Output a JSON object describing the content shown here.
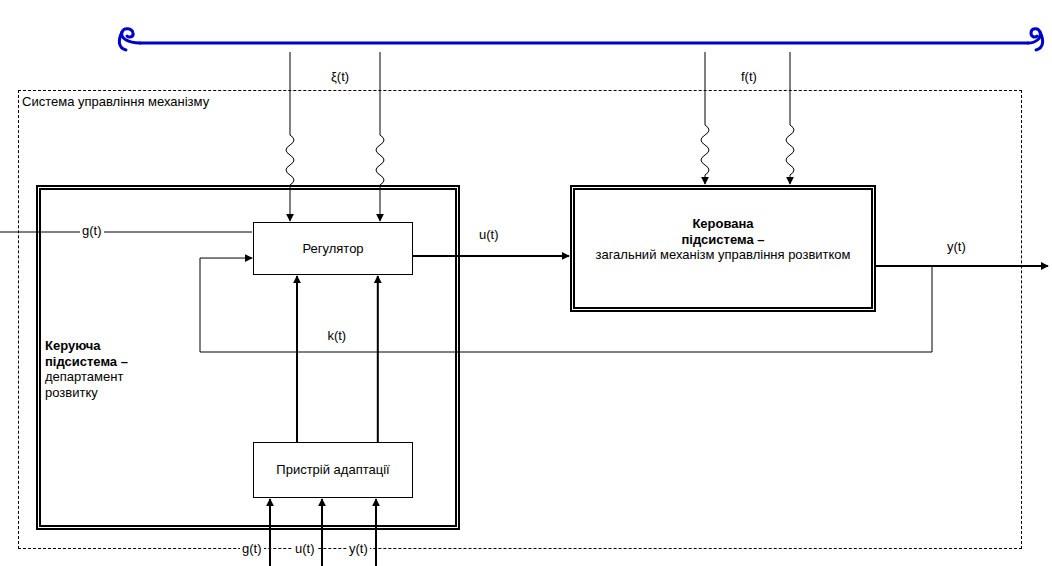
{
  "diagram": {
    "nodes": [
      {
        "text": [
          "Система управління механізму"
        ]
      },
      {
        "text": [
          "Керуюча підсистема –",
          "департамент розвитку"
        ],
        "in": 0
      },
      {
        "text": [
          "Регулятор"
        ],
        "in": 1
      },
      {
        "text": [
          "Пристрій адаптації"
        ],
        "in": 1
      },
      {
        "text": [
          "Керована підсистема –",
          "загальний механізм управління розвитком"
        ],
        "in": 0
      }
    ],
    "edges": [
      {
        "from": 2,
        "to": 4,
        "arrow": "to",
        "label": "u(t)"
      },
      {
        "from": 3,
        "to": 2,
        "arrow": "to",
        "label": "k(t)"
      },
      {
        "from": 3,
        "to": 2,
        "arrow": "to"
      },
      {
        "from": 4,
        "to": 2,
        "arrow": "to"
      }
    ],
    "labels": [
      "ξ(t)",
      "f(t)",
      "g(t)",
      "y(t)",
      "g(t)",
      "u(t)",
      "y(t)"
    ]
  }
}
